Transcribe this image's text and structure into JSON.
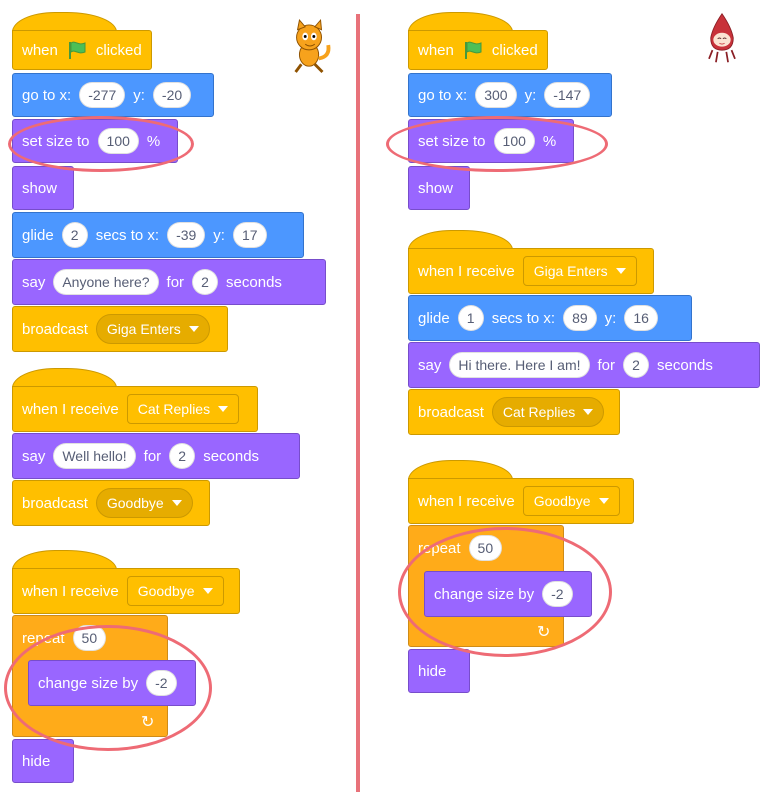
{
  "left": {
    "script1": {
      "when": "when",
      "clicked": "clicked",
      "goto": {
        "label": "go to x:",
        "x": "-277",
        "ylabel": "y:",
        "y": "-20"
      },
      "setsize": {
        "label": "set size to",
        "value": "100",
        "unit": "%"
      },
      "show": "show",
      "glide": {
        "label": "glide",
        "secs": "2",
        "secs_label": "secs to x:",
        "x": "-39",
        "ylabel": "y:",
        "y": "17"
      },
      "say": {
        "label": "say",
        "text": "Anyone here?",
        "for": "for",
        "secs": "2",
        "unit": "seconds"
      },
      "broadcast": {
        "label": "broadcast",
        "message": "Giga Enters"
      }
    },
    "script2": {
      "receive_label": "when I receive",
      "receive_message": "Cat Replies",
      "say": {
        "label": "say",
        "text": "Well hello!",
        "for": "for",
        "secs": "2",
        "unit": "seconds"
      },
      "broadcast": {
        "label": "broadcast",
        "message": "Goodbye"
      }
    },
    "script3": {
      "receive_label": "when I receive",
      "receive_message": "Goodbye",
      "repeat": {
        "label": "repeat",
        "times": "50"
      },
      "change": {
        "label": "change size by",
        "value": "-2"
      },
      "hide": "hide"
    }
  },
  "right": {
    "script1": {
      "when": "when",
      "clicked": "clicked",
      "goto": {
        "label": "go to x:",
        "x": "300",
        "ylabel": "y:",
        "y": "-147"
      },
      "setsize": {
        "label": "set size to",
        "value": "100",
        "unit": "%"
      },
      "show": "show"
    },
    "script2": {
      "receive_label": "when I receive",
      "receive_message": "Giga Enters",
      "glide": {
        "label": "glide",
        "secs": "1",
        "secs_label": "secs to x:",
        "x": "89",
        "ylabel": "y:",
        "y": "16"
      },
      "say": {
        "label": "say",
        "text": "Hi there. Here I am!",
        "for": "for",
        "secs": "2",
        "unit": "seconds"
      },
      "broadcast": {
        "label": "broadcast",
        "message": "Cat Replies"
      }
    },
    "script3": {
      "receive_label": "when I receive",
      "receive_message": "Goodbye",
      "repeat": {
        "label": "repeat",
        "times": "50"
      },
      "change": {
        "label": "change size by",
        "value": "-2"
      },
      "hide": "hide"
    }
  },
  "colors": {
    "events": "#FFBF00",
    "motion": "#4C97FF",
    "looks": "#9966FF",
    "control": "#FFAB19",
    "highlight": "#EE6B75"
  },
  "icons": {
    "flag": "green-flag-icon",
    "loop_arrow": "loop-arrow-icon",
    "cat": "scratch-cat-sprite",
    "giga": "giga-sprite"
  }
}
